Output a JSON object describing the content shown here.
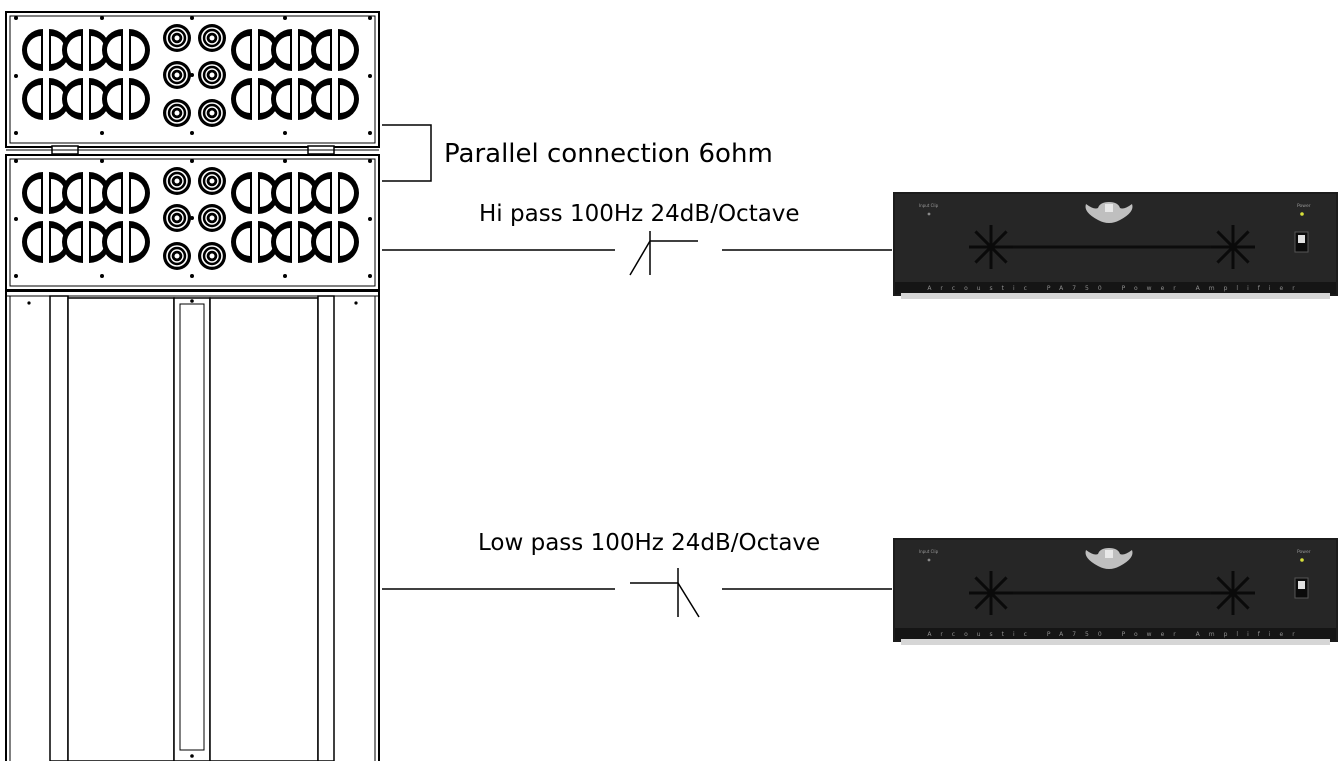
{
  "labels": {
    "parallel": "Parallel connection 6ohm",
    "hipass": "Hi pass 100Hz 24dB/Octave",
    "lowpass": "Low pass 100Hz 24dB/Octave"
  },
  "amplifier": {
    "brand_line": "Arcoustic PA750 Power Amplifier",
    "input_label": "Input Clip",
    "power_label": "Power"
  },
  "colors": {
    "line": "#000000",
    "amp_body": "#1c1c1c",
    "amp_face": "#262626",
    "led": "#d8e03a"
  },
  "icons": {
    "hipass_symbol": "high-pass-filter-icon",
    "lowpass_symbol": "low-pass-filter-icon",
    "amp_logo": "ornament-logo-icon"
  }
}
